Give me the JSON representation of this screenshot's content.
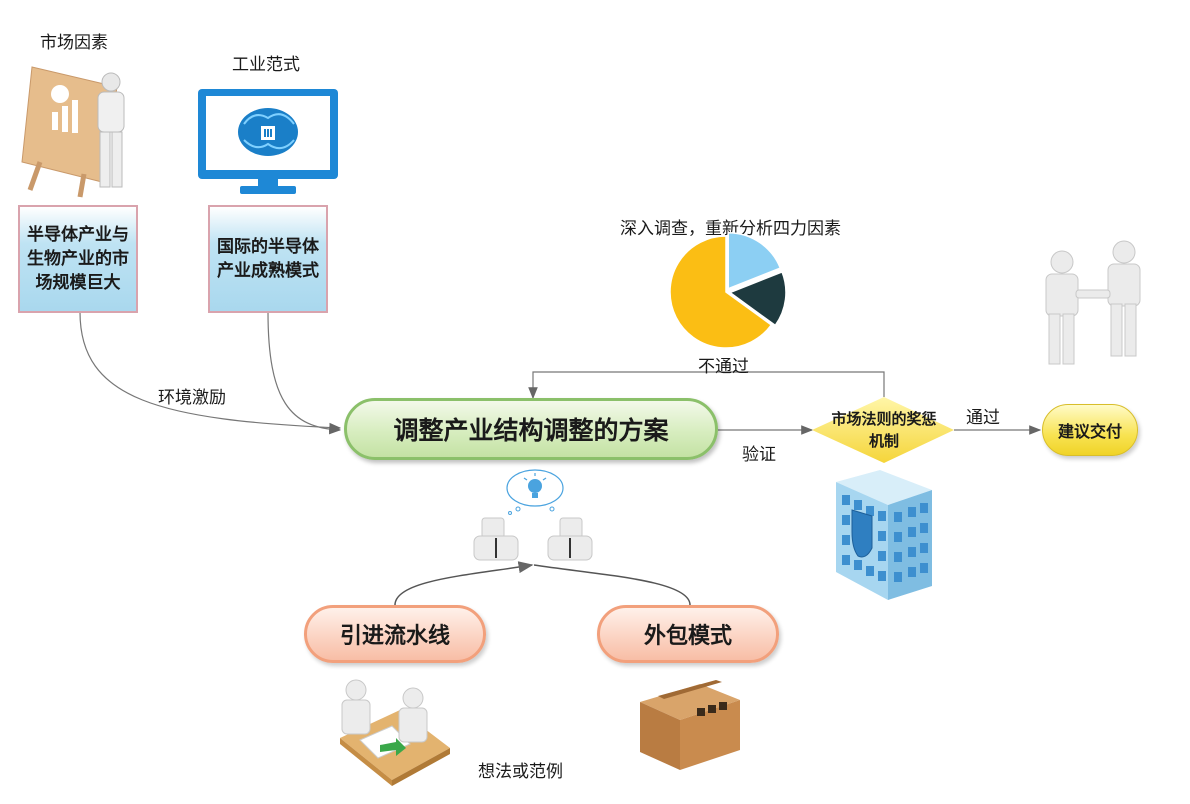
{
  "labels": {
    "market_factors": "市场因素",
    "industrial_paradigm": "工业范式",
    "env_incentive": "环境激励",
    "investigate": "深入调查，重新分析四力因素",
    "not_pass": "不通过",
    "verify": "验证",
    "pass": "通过",
    "ideas": "想法或范例"
  },
  "boxes": {
    "market_size": "半导体产业与生物产业的市场规模巨大",
    "mature_model": "国际的半导体产业成熟模式"
  },
  "nodes": {
    "plan": "调整产业结构调整的方案",
    "mechanism": "市场法则的奖惩机制",
    "deliver": "建议交付",
    "pipeline": "引进流水线",
    "outsourcing": "外包模式"
  },
  "pie": {
    "slices": [
      {
        "value": 0.19,
        "color": "#8ccff3"
      },
      {
        "value": 0.16,
        "color": "#1e3a3f"
      },
      {
        "value": 0.65,
        "color": "#fbbe14"
      }
    ]
  },
  "colors": {
    "plan_fill": "#d7edbf",
    "plan_border": "#8bc06a",
    "diamond": "#f8e04c",
    "deliver": "#f8e352",
    "pill_fill": "#fbd1c0",
    "pill_border": "#f2a07c",
    "monitor": "#1e88d6"
  }
}
